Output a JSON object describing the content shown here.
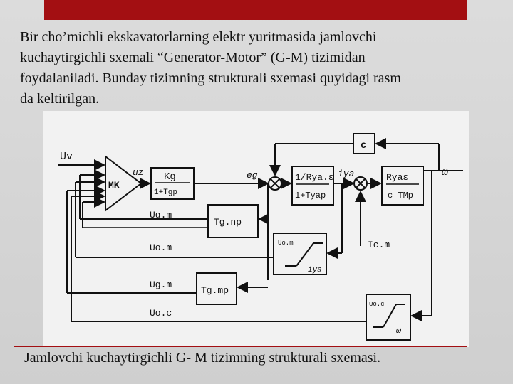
{
  "slide": {
    "paragraph_lines": [
      "Bir cho’michli ekskavatorlarning elektr yuritmasida jamlovchi",
      "kuchaytirgichli sxemali “Generator-Motor” (G-M) tizimidan",
      "foydalaniladi. Bunday tizimning strukturali sxemasi quyidagi rasm",
      "da keltirilgan."
    ],
    "caption": "Jamlovchi kuchaytirgichli G- M tizimning strukturali sxemasi."
  },
  "diagram": {
    "labels": {
      "uv": "Uv",
      "mk": "MK",
      "uz": "uz",
      "gen_num": "Kg",
      "gen_den": "1+Tgp",
      "eg": "eg",
      "arm_num": "1/Rya.ε",
      "arm_den": "1+Tyap",
      "iya": "iya",
      "mot_num": "Ryaε",
      "mot_den": "c TMp",
      "omega_out": "ω",
      "c_block": "c",
      "ugm1": "Ug.m",
      "tgn": "Tg.np",
      "uom": "Uo.m",
      "ur_u": "Uo.m",
      "ur_i": "iya",
      "icm": "Ic.m",
      "ugm2": "Ug.m",
      "tgm": "Tg.mp",
      "uoc": "Uo.c",
      "uoc_box_top": "Uo.c",
      "uoc_box_w": "ω"
    }
  }
}
